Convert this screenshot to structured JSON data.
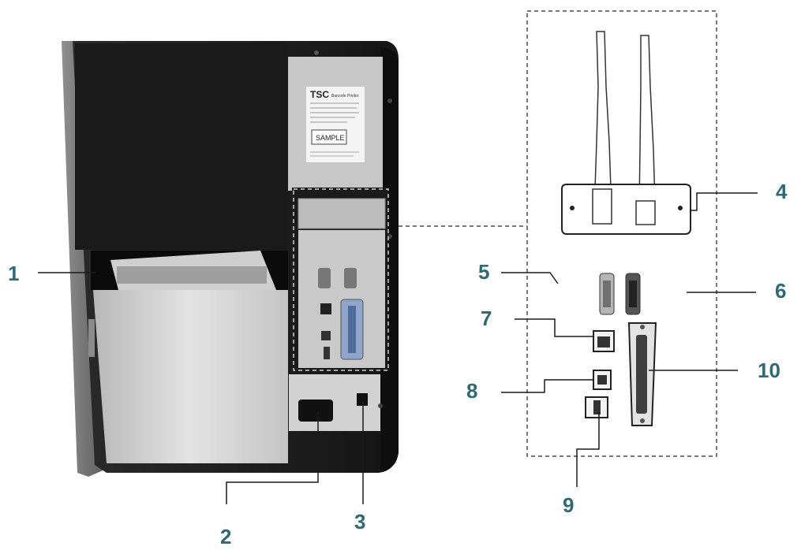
{
  "figure": {
    "label_plate": {
      "brand": "TSC",
      "brand_tagline": "Barcode Printer",
      "sample_text": "SAMPLE"
    },
    "callouts": [
      {
        "id": "1",
        "text": "1"
      },
      {
        "id": "2",
        "text": "2"
      },
      {
        "id": "3",
        "text": "3"
      },
      {
        "id": "4",
        "text": "4"
      },
      {
        "id": "5",
        "text": "5"
      },
      {
        "id": "6",
        "text": "6"
      },
      {
        "id": "7",
        "text": "7"
      },
      {
        "id": "8",
        "text": "8"
      },
      {
        "id": "9",
        "text": "9"
      },
      {
        "id": "10",
        "text": "10"
      }
    ],
    "colors": {
      "callout": "#2d6a73",
      "printer_body": "#1c1c1c",
      "silver_panel": "#c9c9c9",
      "dash": "#4a4a4a"
    }
  }
}
